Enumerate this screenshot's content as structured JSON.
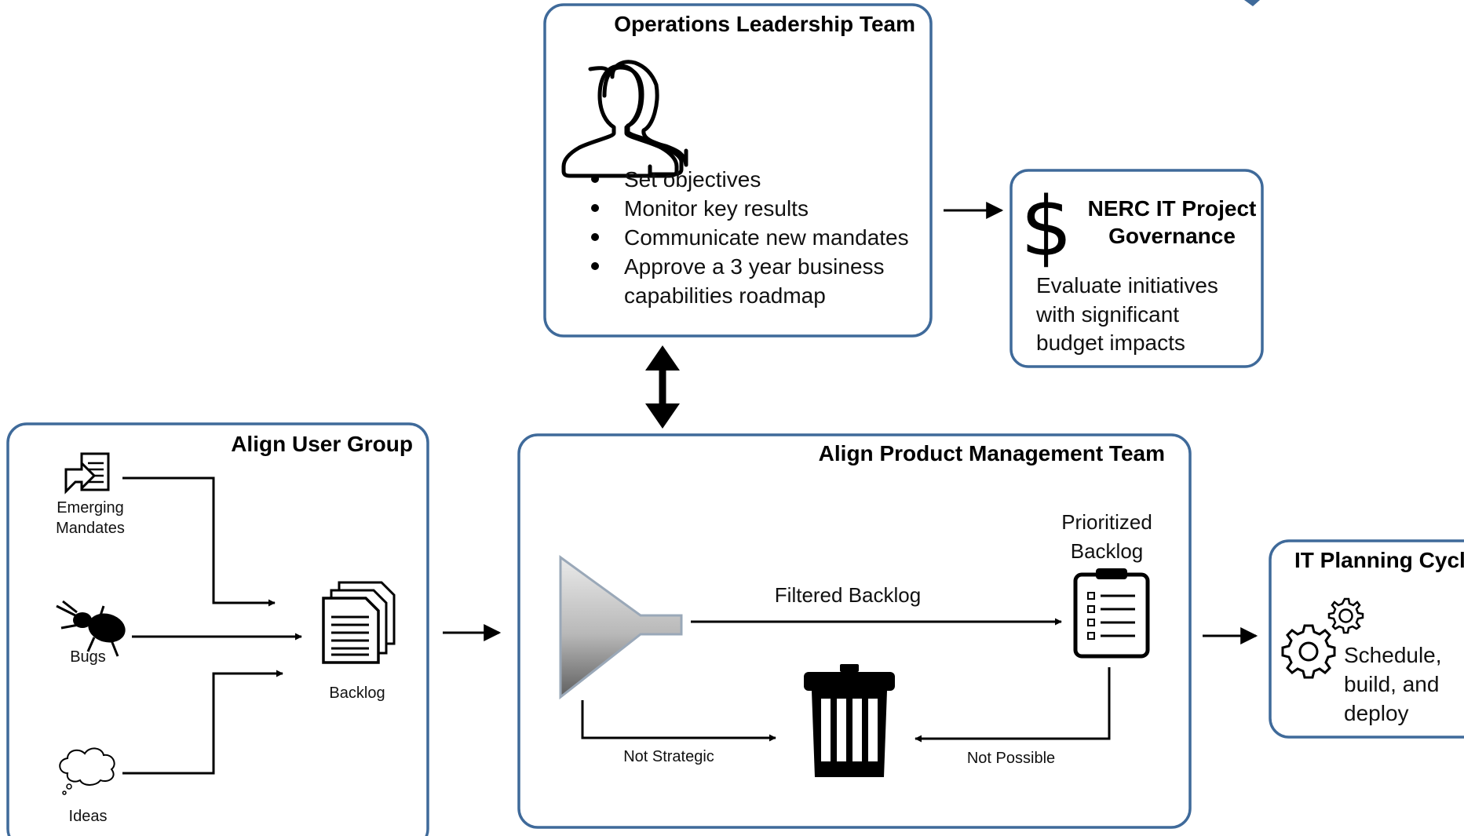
{
  "ops": {
    "title": "Operations Leadership Team",
    "bullets": [
      "Set objectives",
      "Monitor key results",
      "Communicate new mandates",
      "Approve a 3 year business",
      "capabilities roadmap"
    ]
  },
  "nerc": {
    "title_line1": "NERC IT Project",
    "title_line2": "Governance",
    "body": [
      "Evaluate initiatives",
      "with significant",
      "budget impacts"
    ],
    "icon": "dollar-icon"
  },
  "user_group": {
    "title": "Align User Group",
    "emerging_line1": "Emerging",
    "emerging_line2": "Mandates",
    "bugs": "Bugs",
    "ideas": "Ideas",
    "backlog": "Backlog"
  },
  "product": {
    "title": "Align Product Management Team",
    "prioritized_line1": "Prioritized",
    "prioritized_line2": "Backlog",
    "filtered": "Filtered Backlog",
    "not_strategic": "Not Strategic",
    "not_possible": "Not Possible"
  },
  "planning": {
    "title": "IT Planning Cycle",
    "body": [
      "Schedule,",
      "build, and",
      "deploy"
    ]
  },
  "colors": {
    "box_border": "#3f6a9a",
    "arrow": "#000000",
    "funnel_light": "#e9e9e9",
    "funnel_dark": "#6e6e6e"
  }
}
